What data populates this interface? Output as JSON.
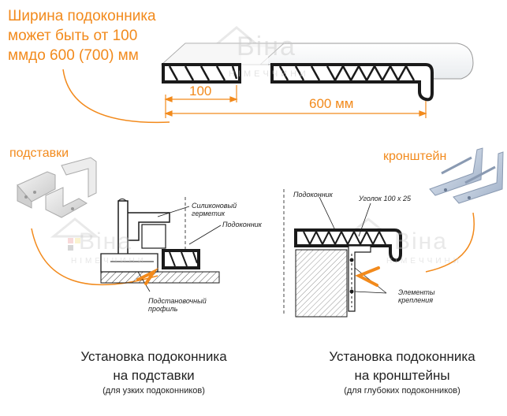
{
  "header": {
    "width_text_line1": "Ширина подоконника",
    "width_text_line2": "может быть от 100",
    "width_text_line3": "ммдо 600 (700) мм"
  },
  "dimensions": {
    "small": "100",
    "large": "600 мм"
  },
  "watermark": {
    "brand": "Віна",
    "sub": "НІМЕЧЧИНИ"
  },
  "left_panel": {
    "label": "подставки",
    "callouts": {
      "sealant_line1": "Силиконовый",
      "sealant_line2": "герметик",
      "sill": "Подоконник",
      "profile_line1": "Подстановочный",
      "profile_line2": "профиль"
    },
    "caption_line1": "Установка подоконника",
    "caption_line2": "на подставки",
    "caption_small": "(для узких подоконников)"
  },
  "right_panel": {
    "label": "кронштейн",
    "callouts": {
      "sill": "Подоконник",
      "angle": "Уголок 100 х 25",
      "fasteners_line1": "Элементы",
      "fasteners_line2": "крепления"
    },
    "caption_line1": "Установка подоконника",
    "caption_line2": "на кронштейны",
    "caption_small": "(для глубоких подоконников)"
  },
  "colors": {
    "accent": "#f28a1c",
    "text": "#222222",
    "profile": "#1a1a1a",
    "bracket": "#b9c6d8"
  }
}
